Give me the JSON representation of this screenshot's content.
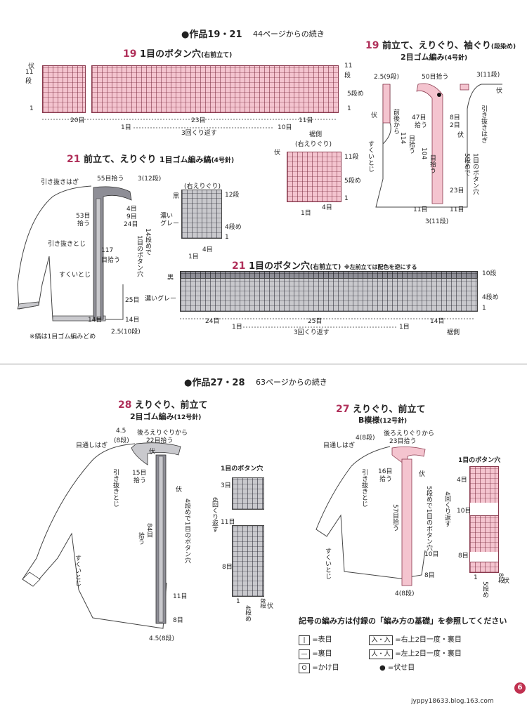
{
  "section_top": {
    "title": "●作品19・21",
    "continued": "44ページからの続き"
  },
  "d19_buttonhole": {
    "num": "19",
    "title": "1目のボタン穴",
    "note": "(右前立て)",
    "left_labels": [
      "伏",
      "11",
      "段",
      "1"
    ],
    "right_labels": [
      "11",
      "段",
      "5段め",
      "1"
    ],
    "bottom_labels": [
      "20目",
      "23目",
      "11目",
      "1目",
      "3回くり返す",
      "10目",
      "裾側"
    ]
  },
  "d19_front": {
    "num": "19",
    "title": "前立て、えりぐり、袖ぐり",
    "note": "(段染め)",
    "subtitle": "2目ゴム編み",
    "subnote": "(4号針)",
    "labels": [
      "2.5(9段)",
      "50目拾う",
      "3(11段)",
      "伏",
      "伏",
      "前後から",
      "114",
      "目拾う",
      "47目",
      "拾う",
      "8目",
      "2目",
      "引き抜きはぎ",
      "伏",
      "すくいとじ",
      "104",
      "目拾う",
      "5段めで",
      "1目のボタン穴",
      "23目",
      "11目",
      "11目",
      "3(11段)"
    ]
  },
  "d19_collar": {
    "title": "(右えりぐり)",
    "labels": [
      "伏",
      "11段",
      "5段め",
      "1",
      "4目",
      "1目"
    ]
  },
  "d21_front": {
    "num": "21",
    "title": "前立て、えりぐり",
    "subtitle": "1目ゴム編み縞",
    "subnote": "(4号針)",
    "labels": [
      "引き抜きはぎ",
      "55目拾う",
      "3(12段)",
      "53目",
      "拾う",
      "引き抜きとじ",
      "117",
      "目拾う",
      "すくいとじ",
      "4目",
      "9目",
      "24目",
      "14段めで",
      "1目のボタン穴",
      "25目",
      "14目",
      "14目",
      "2.5(10段)"
    ],
    "footnote": "※縞は1目ゴム編みどめ"
  },
  "d21_collar": {
    "title": "(右えりぐり)",
    "labels": [
      "黒",
      "濃い",
      "グレー",
      "12段",
      "4段め",
      "1",
      "4目",
      "1目"
    ]
  },
  "d21_buttonhole": {
    "num": "21",
    "title": "1目のボタン穴",
    "note": "(右前立て)",
    "remark": "※左前立ては配色を逆にする",
    "labels": [
      "黒",
      "濃いグレー",
      "10段",
      "4段め",
      "1",
      "24目",
      "25目",
      "14目",
      "1目",
      "3回くり返す",
      "1目",
      "裾側"
    ]
  },
  "section_bottom": {
    "title": "●作品27・28",
    "continued": "63ページからの続き"
  },
  "d28": {
    "num": "28",
    "title": "えりぐり、前立て",
    "subtitle": "2目ゴム編み",
    "subnote": "(12号針)",
    "labels": [
      "4.5",
      "(8段)",
      "後ろえりぐりから",
      "22目拾う",
      "目通しはぎ",
      "伏",
      "15目",
      "拾う",
      "引き抜きとじ",
      "伏",
      "4段めで1目のボタン穴",
      "84目",
      "拾う",
      "すくいとじ",
      "11目",
      "8目",
      "4.5(8段)"
    ]
  },
  "d28_buttonhole": {
    "title": "1目のボタン穴",
    "labels": [
      "3目",
      "6回くり返す",
      "11目",
      "8目",
      "1",
      "4段め",
      "8段",
      "伏"
    ]
  },
  "d27": {
    "num": "27",
    "title": "えりぐり、前立て",
    "subtitle": "B模様",
    "subnote": "(12号針)",
    "labels": [
      "4(8段)",
      "後ろえりぐりから",
      "23目拾う",
      "目通しはぎ",
      "16目",
      "拾う",
      "引き抜きとじ",
      "伏",
      "5段めで1目のボタン穴",
      "57目拾う",
      "すくいとじ",
      "10目",
      "8目",
      "4(8段)"
    ]
  },
  "d27_buttonhole": {
    "title": "1目のボタン穴",
    "labels": [
      "4目",
      "4回くり返す",
      "10目",
      "8目",
      "1",
      "5段め",
      "8段",
      "伏"
    ]
  },
  "legend": {
    "title": "記号の編み方は付録の「編み方の基礎」を参照してください",
    "items": [
      {
        "symbol": "|",
        "text": "=表目"
      },
      {
        "symbol": "—",
        "text": "=裏目"
      },
      {
        "symbol": "O",
        "text": "=かけ目"
      },
      {
        "symbol": "入・入",
        "text": "=右上2目一度・裏目"
      },
      {
        "symbol": "人・人",
        "text": "=左上2目一度・裏目"
      },
      {
        "symbol": "●",
        "text": "=伏せ目"
      }
    ]
  },
  "footer": {
    "page_number": "6",
    "credit": "jyppy18633.blog.163.com"
  },
  "colors": {
    "pink": "#f4c4cf",
    "gray": "#c9c9cd",
    "dark_gray": "#8e8e96",
    "accent": "#b0305a"
  }
}
